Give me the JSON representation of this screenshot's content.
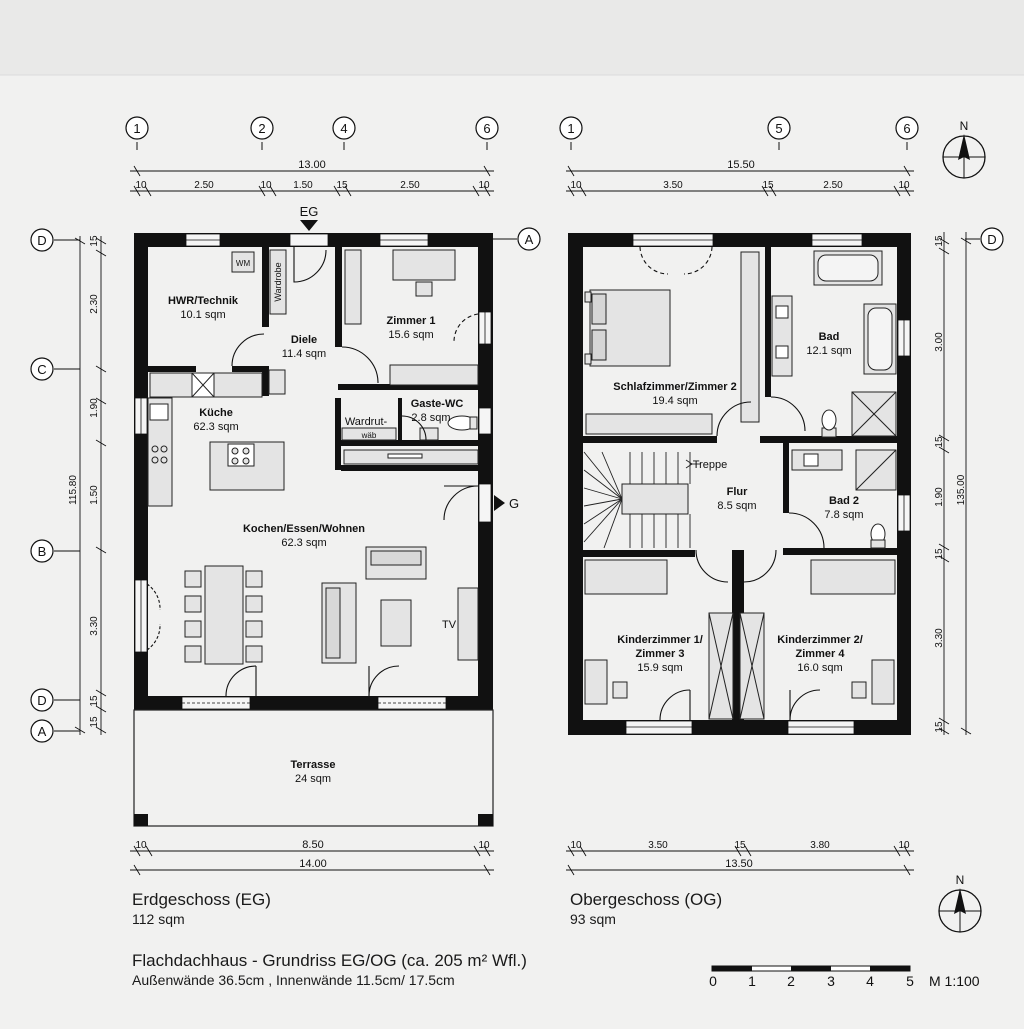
{
  "floors": {
    "eg": {
      "title": "Erdgeschoss (EG)",
      "area": "112 sqm",
      "grid_labels": [
        "1",
        "2",
        "4",
        "6"
      ],
      "row_labels": [
        "D",
        "C",
        "B",
        "D",
        "A"
      ],
      "right_label": "A",
      "entrance": "EG",
      "side_entrance": "G",
      "dims_top_total": "13.00",
      "dims_top": [
        "10",
        "2.50",
        "10",
        "1.50",
        "15",
        "2.50",
        "10"
      ],
      "dims_bottom": [
        "10",
        "8.50",
        "10"
      ],
      "dims_bottom_total": "14.00",
      "dims_left": [
        "15",
        "2.30",
        "1.90",
        "1.50",
        "3.30",
        "15",
        "15"
      ],
      "dims_left_total": "115.80",
      "rooms": {
        "hwr": {
          "name": "HWR/Technik",
          "area": "10.1 sqm"
        },
        "diele": {
          "name": "Diele",
          "area": "11.4 sqm"
        },
        "zimmer1": {
          "name": "Zimmer 1",
          "area": "15.6 sqm"
        },
        "kueche": {
          "name": "Küche",
          "area": "62.3 sqm"
        },
        "gaeste_wc": {
          "name": "Gaste-WC",
          "area": "2.8 sqm"
        },
        "wohnen": {
          "name": "Kochen/Essen/Wohnen",
          "area": "62.3 sqm"
        },
        "terrasse": {
          "name": "Terrasse",
          "area": "24 sqm"
        }
      },
      "labels": {
        "wm": "WM",
        "garderobe": "Wardrobe",
        "wardrobe2": "Wardrut-",
        "wardrobe2b": "wäb",
        "tv": "TV"
      }
    },
    "og": {
      "title": "Obergeschoss (OG)",
      "area": "93 sqm",
      "grid_labels": [
        "1",
        "5",
        "6"
      ],
      "row_label": "D",
      "dims_top_total": "15.50",
      "dims_top": [
        "10",
        "3.50",
        "15",
        "2.50",
        "10"
      ],
      "dims_bottom": [
        "10",
        "3.50",
        "15",
        "3.80",
        "10"
      ],
      "dims_bottom_total": "13.50",
      "dims_right": [
        "15",
        "3.00",
        "15",
        "1.90",
        "15",
        "3.30",
        "15"
      ],
      "dims_right_total": "135.00",
      "rooms": {
        "schlafzimmer": {
          "name": "Schlafzimmer/Zimmer 2",
          "area": "19.4 sqm"
        },
        "bad": {
          "name": "Bad",
          "area": "12.1 sqm"
        },
        "flur": {
          "name": "Flur",
          "area": "8.5 sqm"
        },
        "bad2": {
          "name": "Bad 2",
          "area": "7.8 sqm"
        },
        "kinder1": {
          "name1": "Kinderzimmer 1/",
          "name2": "Zimmer 3",
          "area": "15.9 sqm"
        },
        "kinder2": {
          "name1": "Kinderzimmer 2/",
          "name2": "Zimmer 4",
          "area": "16.0 sqm"
        }
      },
      "labels": {
        "treppe": "Treppe"
      }
    }
  },
  "north_label": "N",
  "footer": {
    "title": "Flachdachhaus - Grundriss EG/OG (ca. 205 m² Wfl.)",
    "subtitle": "Außenwände 36.5cm , Innenwände 11.5cm/ 17.5cm"
  },
  "scale": {
    "ticks": [
      "0",
      "1",
      "2",
      "3",
      "4",
      "5"
    ],
    "label": "M 1:100"
  }
}
